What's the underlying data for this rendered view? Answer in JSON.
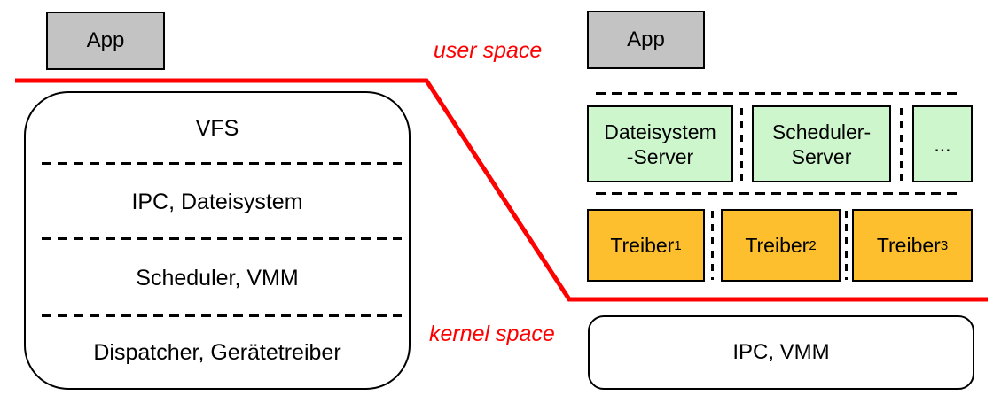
{
  "colors": {
    "accent_red": "#ff0000",
    "app_gray": "#c3c3c3",
    "server_green": "#cdf6cd",
    "driver_orange": "#fdbf2d",
    "line_black": "#000000",
    "background": "#ffffff"
  },
  "annotations": {
    "user_space": "user space",
    "kernel_space": "kernel space"
  },
  "monolithic": {
    "app_label": "App",
    "layers": [
      "VFS",
      "IPC, Dateisystem",
      "Scheduler, VMM",
      "Dispatcher, Gerätetreiber"
    ]
  },
  "microkernel": {
    "app_label": "App",
    "servers": [
      {
        "line1": "Dateisystem",
        "line2": "-Server"
      },
      {
        "line1": "Scheduler-",
        "line2": "Server"
      },
      {
        "line1": "..."
      }
    ],
    "drivers": [
      {
        "base": "Treiber",
        "sub": "1"
      },
      {
        "base": "Treiber",
        "sub": "2"
      },
      {
        "base": "Treiber",
        "sub": "3"
      }
    ],
    "kernel_label": "IPC, VMM"
  }
}
